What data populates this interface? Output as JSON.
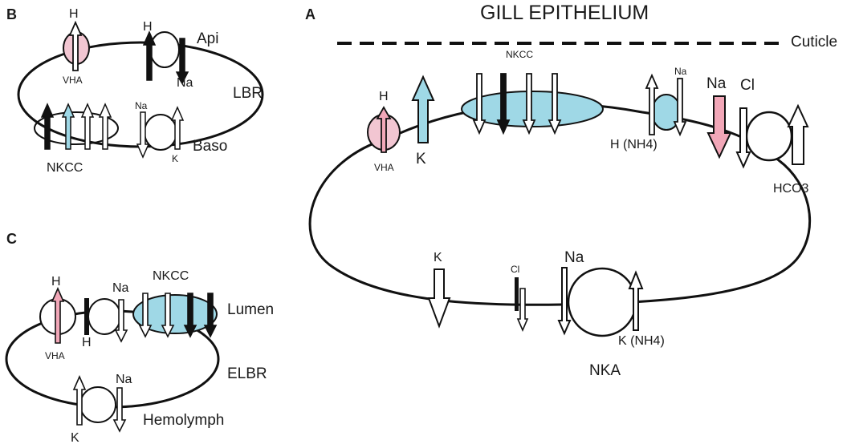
{
  "panels": {
    "A": {
      "letter": "A",
      "title": "GILL EPITHELIUM",
      "cuticle": "Cuticle",
      "labels": {
        "nkcc": "NKCC",
        "h_top": "H",
        "vha": "VHA",
        "k_top": "K",
        "na_exch": "Na",
        "h_nh4": "H (NH4)",
        "na_pink": "Na",
        "cl_top": "Cl",
        "hco3": "HCO3",
        "k_bottom": "K",
        "cl_bottom": "Cl",
        "na_nka": "Na",
        "k_nh4": "K (NH4)",
        "nka": "NKA"
      }
    },
    "B": {
      "letter": "B",
      "labels": {
        "h_left": "H",
        "h_right": "H",
        "api": "Api",
        "vha": "VHA",
        "na_apical": "Na",
        "lbr": "LBR",
        "na_small": "Na",
        "baso": "Baso",
        "nkcc": "NKCC",
        "k": "K"
      }
    },
    "C": {
      "letter": "C",
      "labels": {
        "h_top": "H",
        "na_top": "Na",
        "nkcc": "NKCC",
        "lumen": "Lumen",
        "vha": "VHA",
        "h_bottom": "H",
        "elbr": "ELBR",
        "na_hemo": "Na",
        "hemolymph": "Hemolymph",
        "k": "K"
      }
    }
  },
  "colors": {
    "line": "#111111",
    "nkcc_fill": "#9fd8e6",
    "pink": "#f2a7b8",
    "background": "#ffffff"
  }
}
